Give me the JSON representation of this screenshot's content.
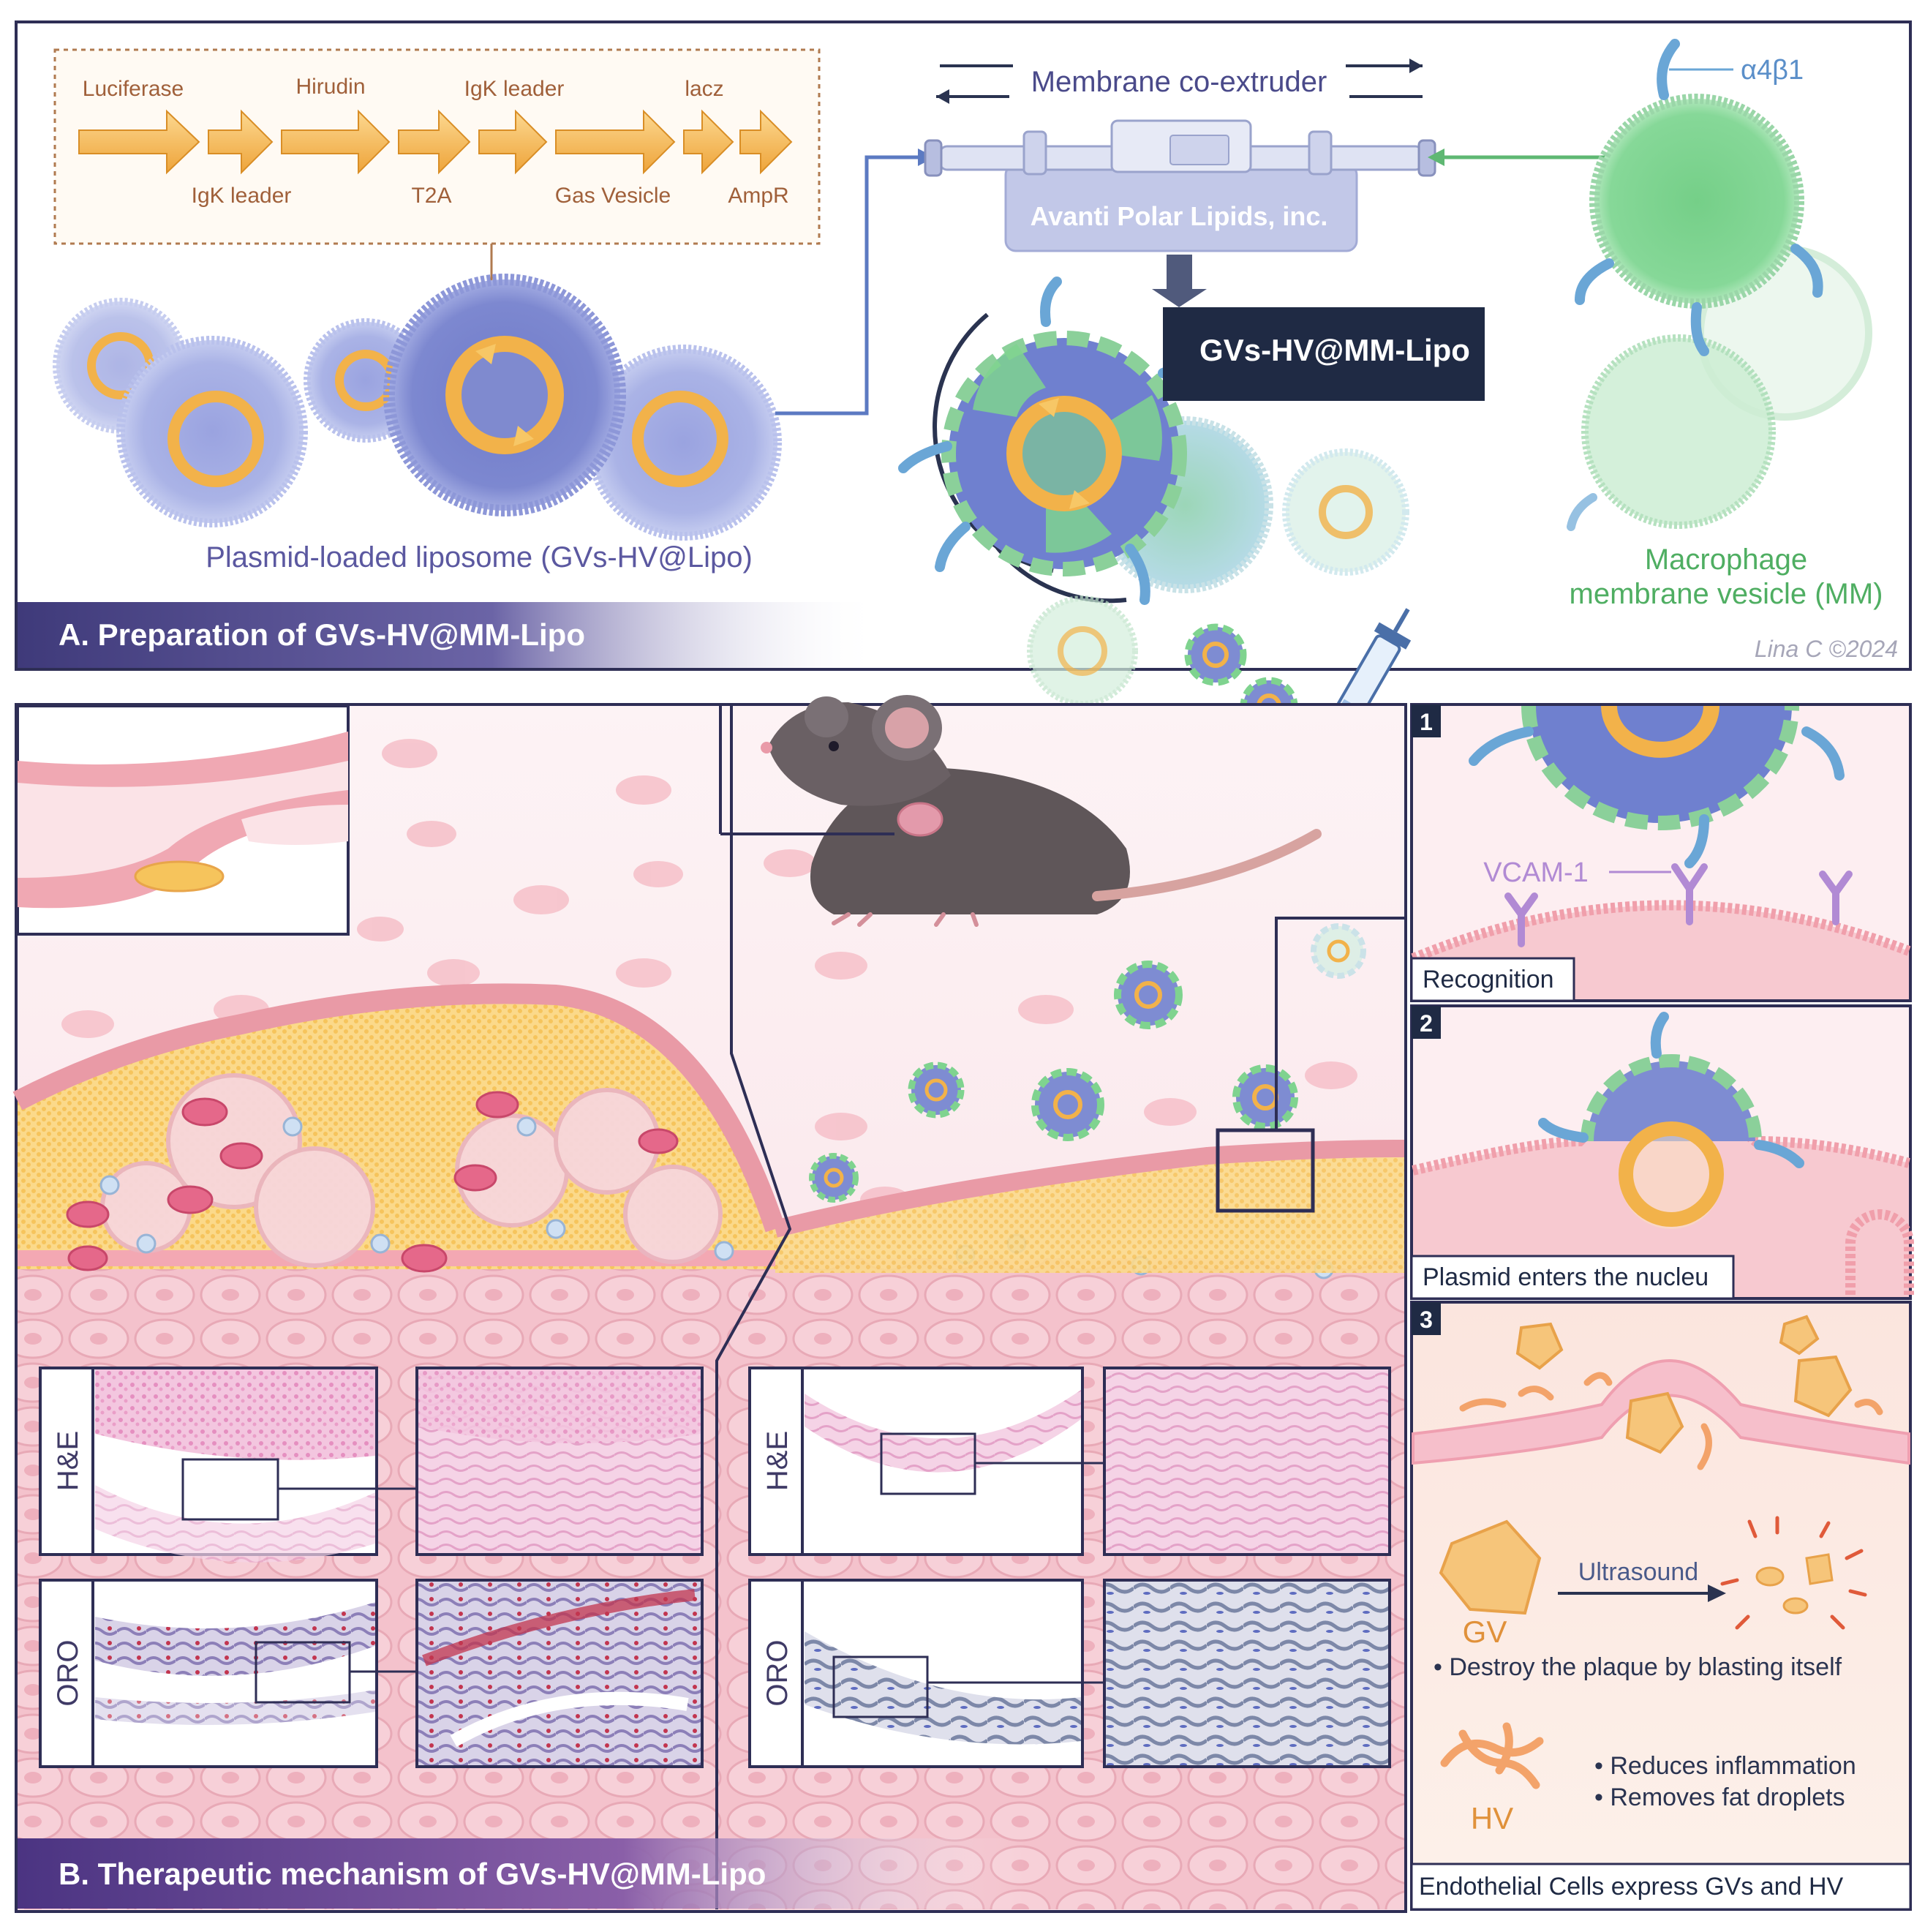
{
  "panel_a": {
    "title": "A. Preparation of GVs-HV@MM-Lipo",
    "plasmid_top": [
      "Luciferase",
      "Hirudin",
      "IgK leader",
      "lacz"
    ],
    "plasmid_bottom": [
      "IgK leader",
      "T2A",
      "Gas Vesicle",
      "AmpR"
    ],
    "liposome_label": "Plasmid-loaded liposome (GVs-HV@Lipo)",
    "extruder_label": "Membrane co-extruder",
    "extruder_brand": "Avanti Polar Lipids, inc.",
    "product_label": "GVs-HV@MM-Lipo",
    "integrin_label": "α4β1",
    "mm_label_line1": "Macrophage",
    "mm_label_line2": "membrane vesicle (MM)",
    "signature": "Lina C ©2024"
  },
  "panel_b": {
    "title": "B. Therapeutic mechanism of GVs-HV@MM-Lipo",
    "stain_he": "H&E",
    "stain_oro": "ORO",
    "steps": [
      {
        "number": "1",
        "caption": "Recognition",
        "receptor": "VCAM-1"
      },
      {
        "number": "2",
        "caption": "Plasmid enters the nucleu"
      },
      {
        "number": "3",
        "caption": "Endothelial Cells express GVs and HV",
        "ultrasound": "Ultrasound",
        "gv": "GV",
        "gv_bullet": "• Destroy the plaque by blasting itself",
        "hv": "HV",
        "hv_bullet1": "• Reduces inflammation",
        "hv_bullet2": "• Removes fat droplets"
      }
    ]
  },
  "colors": {
    "frame": "#2e2e55",
    "banner_a": "#4a4686",
    "banner_b": "#5a3f8c",
    "arrow_orange": "#f1b24a",
    "liposome_blue": "#8f9ad8",
    "membrane_green": "#7fd38f",
    "tissue_pink": "#f6c9d2"
  }
}
